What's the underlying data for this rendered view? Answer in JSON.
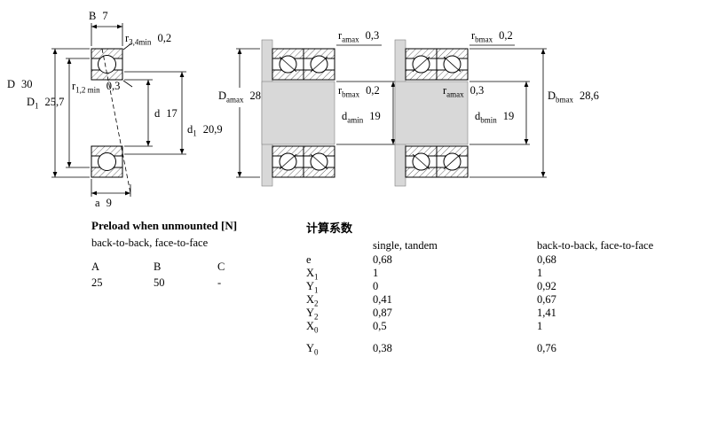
{
  "page": {
    "background": "#ffffff",
    "line_color": "#000000",
    "shading_color": "#d8d8d8"
  },
  "dims": {
    "B": {
      "base": "B",
      "sub": "",
      "value": "7"
    },
    "r34min": {
      "base": "r",
      "sub": "3,4min",
      "value": "0,2"
    },
    "D": {
      "base": "D",
      "sub": "",
      "value": "30"
    },
    "r12min": {
      "base": "r",
      "sub": "1,2 min",
      "value": "0,3"
    },
    "D1": {
      "base": "D",
      "sub": "1",
      "value": "25,7"
    },
    "d": {
      "base": "d",
      "sub": "",
      "value": "17"
    },
    "d1": {
      "base": "d",
      "sub": "1",
      "value": "20,9"
    },
    "a": {
      "base": "a",
      "sub": "",
      "value": "9"
    },
    "ramax_top": {
      "base": "r",
      "sub": "amax",
      "value": "0,3"
    },
    "rbmax_top": {
      "base": "r",
      "sub": "bmax",
      "value": "0,2"
    },
    "Damax": {
      "base": "D",
      "sub": "amax",
      "value": "28"
    },
    "rbmax_mid": {
      "base": "r",
      "sub": "bmax",
      "value": "0,2"
    },
    "ramax_mid": {
      "base": "r",
      "sub": "amax",
      "value": "0,3"
    },
    "damin": {
      "base": "d",
      "sub": "amin",
      "value": "19"
    },
    "Dbmax": {
      "base": "D",
      "sub": "bmax",
      "value": "28,6"
    },
    "dbmin": {
      "base": "d",
      "sub": "bmin",
      "value": "19"
    }
  },
  "preload": {
    "title": "Preload when unmounted [N]",
    "subtitle": "back-to-back, face-to-face",
    "headers": [
      "A",
      "B",
      "C"
    ],
    "values": [
      "25",
      "50",
      "-"
    ]
  },
  "factors": {
    "title": "计算系数",
    "col1_header": "single, tandem",
    "col2_header": "back-to-back, face-to-face",
    "rows": [
      {
        "base": "e",
        "sub": "",
        "v1": "0,68",
        "v2": "0,68"
      },
      {
        "base": "X",
        "sub": "1",
        "v1": "1",
        "v2": "1"
      },
      {
        "base": "Y",
        "sub": "1",
        "v1": "0",
        "v2": "0,92"
      },
      {
        "base": "X",
        "sub": "2",
        "v1": "0,41",
        "v2": "0,67"
      },
      {
        "base": "Y",
        "sub": "2",
        "v1": "0,87",
        "v2": "1,41"
      },
      {
        "base": "X",
        "sub": "0",
        "v1": "0,5",
        "v2": "1"
      },
      {
        "base": "Y",
        "sub": "0",
        "v1": "0,38",
        "v2": "0,76"
      }
    ]
  }
}
